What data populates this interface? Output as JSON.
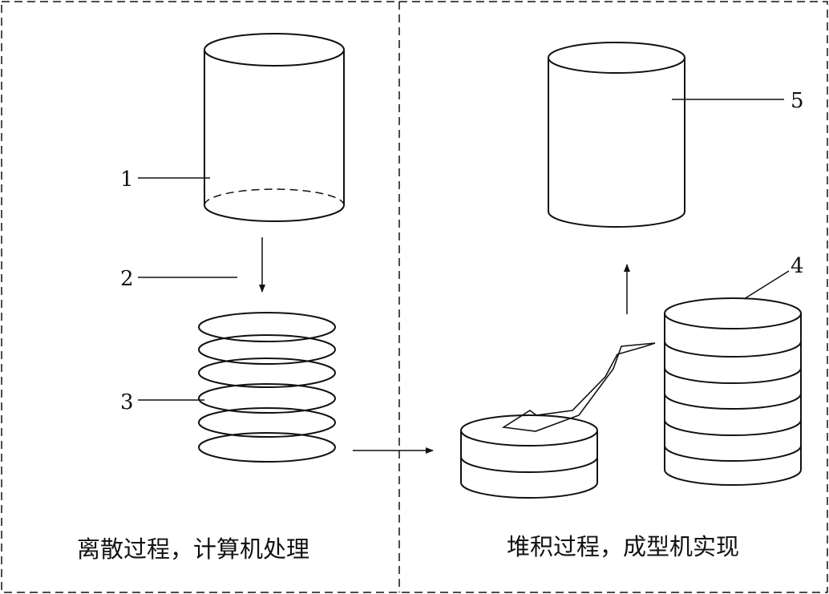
{
  "labels": {
    "l1": "1",
    "l2": "2",
    "l3": "3",
    "l4": "4",
    "l5": "5"
  },
  "captions": {
    "left": "离散过程，计算机处理",
    "right": "堆积过程，成型机实现"
  }
}
